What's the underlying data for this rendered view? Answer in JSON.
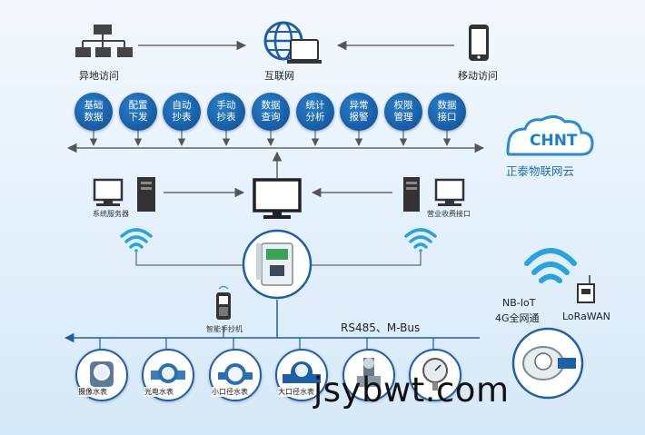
{
  "top": {
    "remote_access": "异地访问",
    "internet": "互联网",
    "mobile_access": "移动访问"
  },
  "functions": [
    "基础数据",
    "配置下发",
    "自动抄表",
    "手动抄表",
    "数据查询",
    "统计分析",
    "异常报警",
    "权限管理",
    "数据接口"
  ],
  "cloud": {
    "logo": "CHNT",
    "name": "正泰物联网云"
  },
  "servers": {
    "system": "系统服务器",
    "billing": "营业收费接口"
  },
  "handheld": "智能手抄机",
  "bus_label": "RS485、M-Bus",
  "wireless": {
    "nbiot": "NB-IoT",
    "net4g": "4G全网通",
    "lorawan": "LoRaWAN"
  },
  "meters": [
    "摄像水表",
    "光电水表",
    "小口径水表",
    "大口径水表",
    "",
    ""
  ],
  "watermark": "jsybwt.com",
  "colors": {
    "accent": "#1f5ea9",
    "line": "#666666",
    "wifi": "#29a3e0"
  }
}
